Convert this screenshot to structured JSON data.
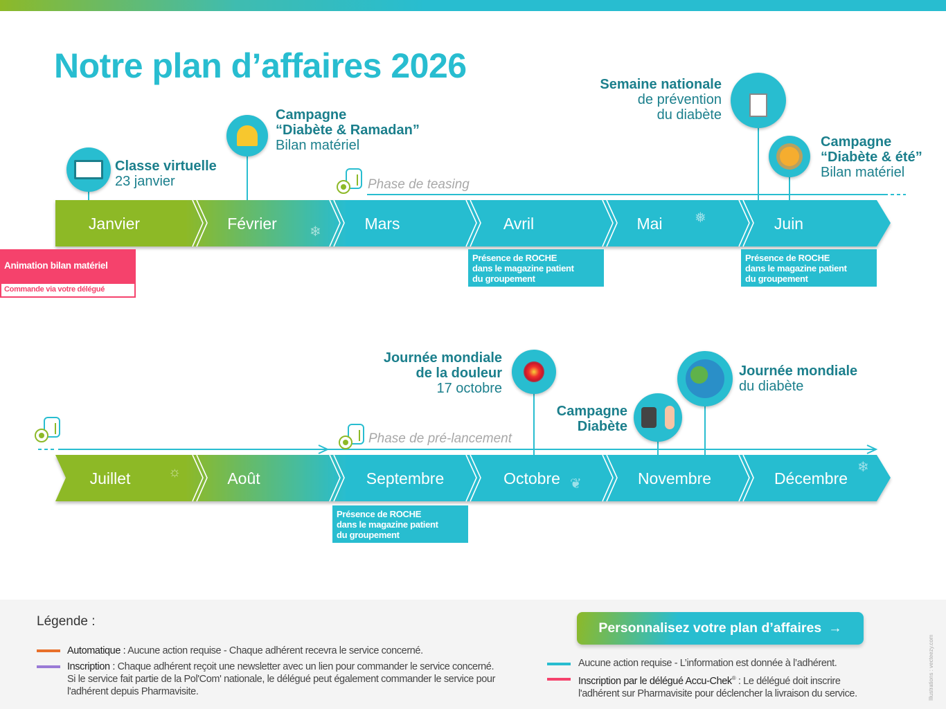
{
  "title": "Notre plan d’affaires 2026",
  "colors": {
    "teal": "#28bdd0",
    "green": "#8db928",
    "dark_teal": "#1b7f8c",
    "pink": "#f5426c",
    "orange": "#e8702a",
    "purple": "#9a7bd6"
  },
  "row1": {
    "months": [
      "Janvier",
      "Février",
      "Mars",
      "Avril",
      "Mai",
      "Juin"
    ],
    "phase": "Phase de teasing",
    "events": {
      "classe": {
        "title": "Classe virtuelle",
        "sub": "23 janvier",
        "icon": "video-call-icon"
      },
      "ramadan": {
        "title1": "Campagne",
        "title2": "“Diabète & Ramadan”",
        "sub": "Bilan matériel",
        "icon": "mosque-icon"
      },
      "semaine": {
        "title": "Semaine nationale",
        "sub1": "de prévention",
        "sub2": "du diabète",
        "icon": "glucometer-icon"
      },
      "ete": {
        "title1": "Campagne",
        "title2": "“Diabète & été”",
        "sub": "Bilan matériel",
        "icon": "sun-icon"
      }
    },
    "animation": {
      "title": "Animation bilan matériel",
      "sub": "Commande via votre délégué"
    },
    "presence": [
      "Présence de ROCHE",
      "dans le magazine patient",
      "du groupement"
    ]
  },
  "row2": {
    "months": [
      "Juillet",
      "Août",
      "Septembre",
      "Octobre",
      "Novembre",
      "Décembre"
    ],
    "phase": "Phase de pré-lancement",
    "events": {
      "douleur": {
        "title1": "Journée mondiale",
        "title2": "de la douleur",
        "sub": "17 octobre",
        "icon": "pain-target-icon"
      },
      "campagne": {
        "title1": "Campagne",
        "title2": "Diabète",
        "icon": "glucose-test-icon"
      },
      "mondiale": {
        "title": "Journée mondiale",
        "sub": "du diabète",
        "icon": "globe-icon"
      }
    }
  },
  "legend": {
    "title": "Légende :",
    "auto_label": "Automatique :",
    "auto_text": " Aucune action requise - Chaque adhérent recevra le service concerné.",
    "inscr_label": "Inscription :",
    "inscr_text1": " Chaque adhérent reçoit une newsletter avec un lien pour commander le service concerné.",
    "inscr_text2": "Si le service fait partie de la Pol'Com' nationale, le délégué peut également commander le service pour",
    "inscr_text3": "l'adhérent depuis Pharmavisite.",
    "info_text": "Aucune action requise - L’information est donnée à l’adhérent.",
    "deleg_label": "Inscription par le délégué Accu-Chek",
    "deleg_text1": " : Le délégué doit inscrire",
    "deleg_text2": "l'adhérent sur Pharmavisite pour déclencher la livraison du service."
  },
  "cta": {
    "label": "Personnalisez votre plan d’affaires",
    "arrow": "→"
  },
  "credit": "Illustrations : vecteezy.com"
}
